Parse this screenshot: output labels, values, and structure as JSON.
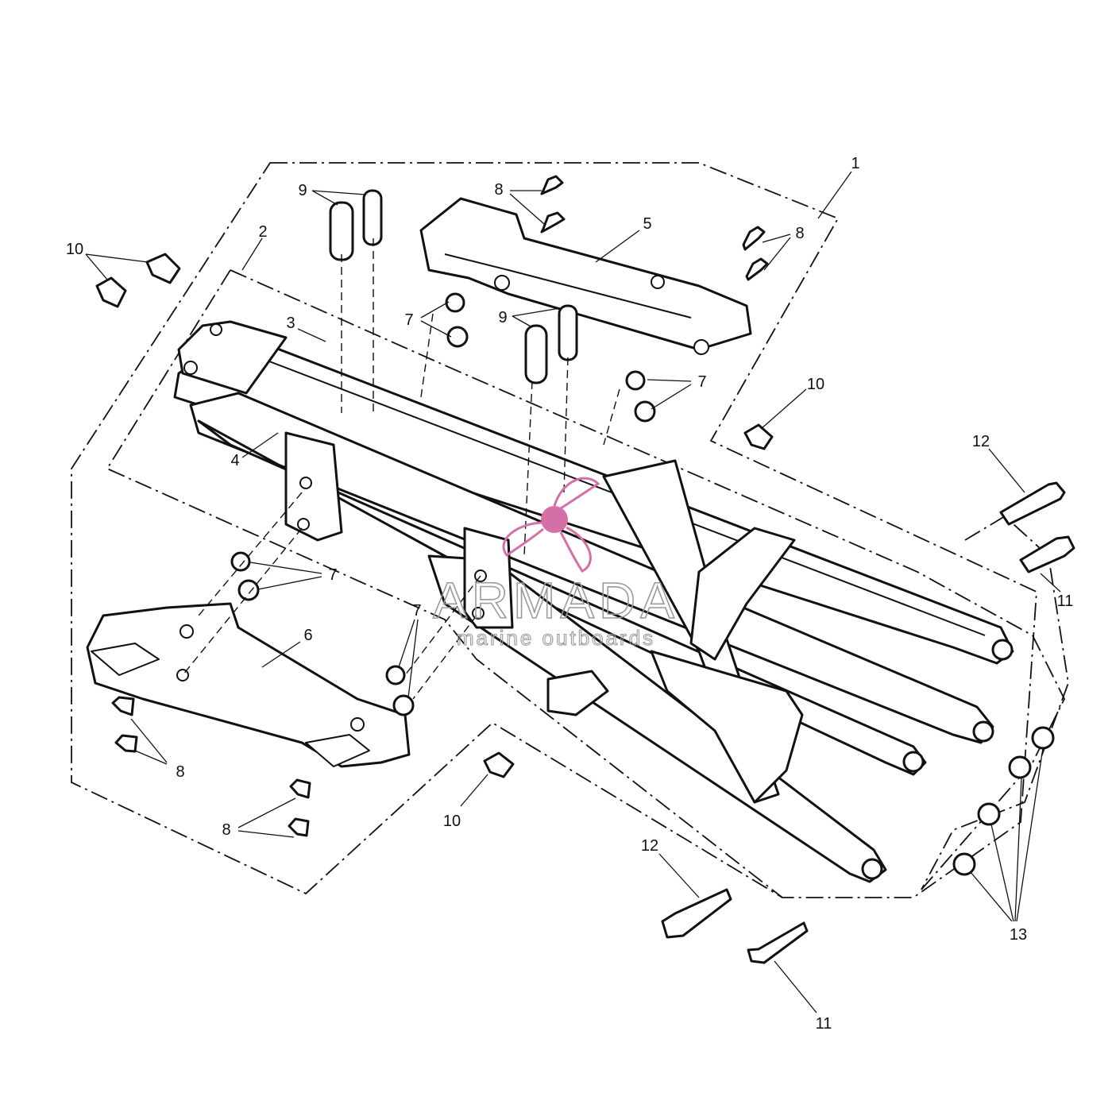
{
  "watermark": {
    "brand": "ARMADA",
    "tagline": "marine outboards",
    "accent_color": "#d46fa8",
    "icon": "propeller-logo-icon"
  },
  "callouts": [
    {
      "id": "c1",
      "text": "1"
    },
    {
      "id": "c2",
      "text": "2"
    },
    {
      "id": "c3",
      "text": "3"
    },
    {
      "id": "c4",
      "text": "4"
    },
    {
      "id": "c5",
      "text": "5"
    },
    {
      "id": "c6",
      "text": "6"
    },
    {
      "id": "c7a",
      "text": "7"
    },
    {
      "id": "c7b",
      "text": "7"
    },
    {
      "id": "c7c",
      "text": "7"
    },
    {
      "id": "c7d",
      "text": "7"
    },
    {
      "id": "c8a",
      "text": "8"
    },
    {
      "id": "c8b",
      "text": "8"
    },
    {
      "id": "c8c",
      "text": "8"
    },
    {
      "id": "c8d",
      "text": "8"
    },
    {
      "id": "c9a",
      "text": "9"
    },
    {
      "id": "c9b",
      "text": "9"
    },
    {
      "id": "c10a",
      "text": "10"
    },
    {
      "id": "c10b",
      "text": "10"
    },
    {
      "id": "c10c",
      "text": "10"
    },
    {
      "id": "c11a",
      "text": "11"
    },
    {
      "id": "c11b",
      "text": "11"
    },
    {
      "id": "c12a",
      "text": "12"
    },
    {
      "id": "c12b",
      "text": "12"
    },
    {
      "id": "c13",
      "text": "13"
    }
  ]
}
